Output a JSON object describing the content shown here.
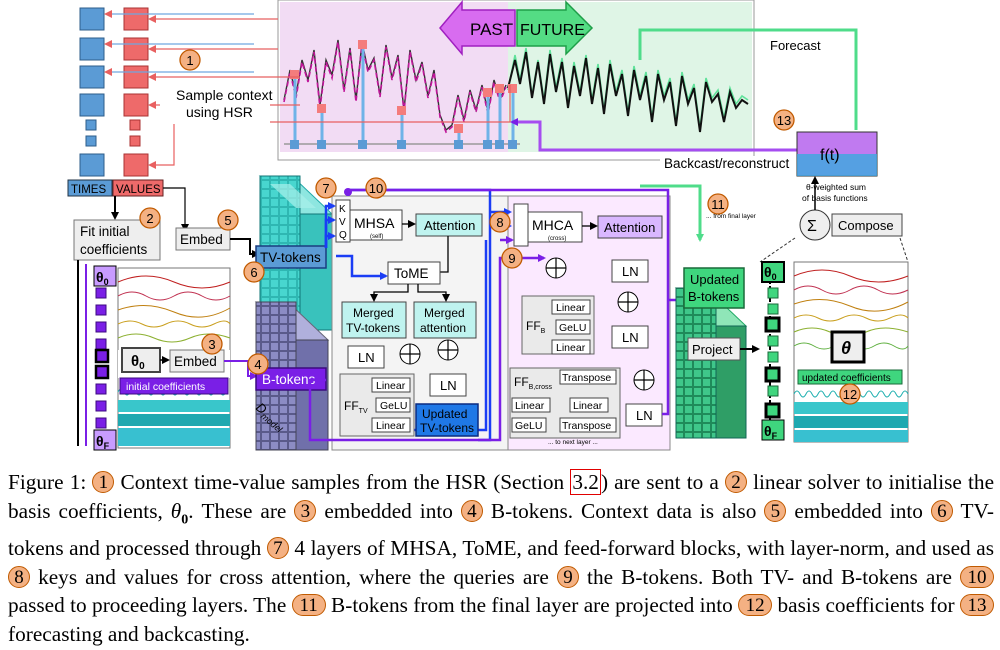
{
  "diagram": {
    "top": {
      "past": "PAST",
      "future": "FUTURE",
      "forecast": "Forecast",
      "sample_context": "Sample context",
      "using_hsr": "using HSR",
      "backcast": "Backcast/reconstruct"
    },
    "left": {
      "times": "TIMES",
      "values": "VALUES",
      "fit_line1": "Fit initial",
      "fit_line2": "coefficients",
      "embed": "Embed",
      "theta0": "θ0",
      "thetaF": "θF",
      "initial_coeffs": "initial coefficients"
    },
    "tokens": {
      "tv_tokens": "TV-tokens",
      "b_tokens": "B-tokens",
      "d_model": "D",
      "d_model_sub": "model"
    },
    "self_block": {
      "k": "K",
      "v": "V",
      "q": "Q",
      "mhsa": "MHSA",
      "mhsa_sub": "(self)",
      "attention": "Attention",
      "tome": "ToME",
      "merged_tv_1": "Merged",
      "merged_tv_2": "TV-tokens",
      "merged_att_1": "Merged",
      "merged_att_2": "attention",
      "ln": "LN",
      "ff": "FF",
      "ff_sub": "TV",
      "linear": "Linear",
      "gelu": "GeLU",
      "updated_1": "Updated",
      "updated_2": "TV-tokens"
    },
    "cross_block": {
      "mhca": "MHCA",
      "mhca_sub": "(cross)",
      "attention": "Attention",
      "ln": "LN",
      "ff_b": "FF",
      "ff_b_sub": "B",
      "ff_bcross": "FF",
      "ff_bcross_sub": "B,cross",
      "transpose": "Transpose",
      "linear": "Linear",
      "gelu": "GeLU",
      "next_layer": "... to next layer ..."
    },
    "right": {
      "updated_b_1": "Updated",
      "updated_b_2": "B-tokens",
      "from_final": "... from final layer",
      "project": "Project",
      "ft": "f(t)",
      "weighted_1": "θ-weighted sum",
      "weighted_2": "of basis functions",
      "sigma": "Σ",
      "compose": "Compose",
      "theta": "θ",
      "updated_coeffs": "updated coefficients",
      "theta0": "θ0",
      "thetaF": "θF"
    },
    "numbers": [
      "1",
      "2",
      "3",
      "4",
      "5",
      "6",
      "7",
      "8",
      "9",
      "10",
      "11",
      "12",
      "13"
    ]
  },
  "caption": {
    "fig": "Figure 1:",
    "p1": "Context time-value samples from the HSR (Section",
    "ref": "3.2",
    "p2": ") are sent to a",
    "p3": "linear solver to initialise the basis coefficients,",
    "theta": "θ",
    "theta_sub": "0",
    "p4": ". These are",
    "p5": "embedded into",
    "p6": "B-tokens. Context data is also",
    "p7": "embedded into",
    "p8": "TV-tokens and processed through",
    "p9": "4 layers of MHSA, ToME, and feed-forward blocks, with layer-norm, and used as",
    "p10": "keys and values for cross attention, where the queries are",
    "p11": "the B-tokens. Both TV- and B-tokens are",
    "p12": "passed to proceeding layers. The",
    "p13": "B-tokens from the final layer are projected into",
    "p14": "basis coefficients for",
    "p15": "forecasting and backcasting."
  },
  "colors": {
    "badge_fill": "#f4b183",
    "badge_stroke": "#c05a00",
    "times_blue": "#5b9bd5",
    "values_red": "#ee6a6a",
    "cyan_box": "#bff3ef",
    "purple_box": "#d9b7ff",
    "green_box": "#8ee8b0",
    "arrow_blue": "#1a3df5",
    "arrow_purple": "#7a1fe6"
  }
}
